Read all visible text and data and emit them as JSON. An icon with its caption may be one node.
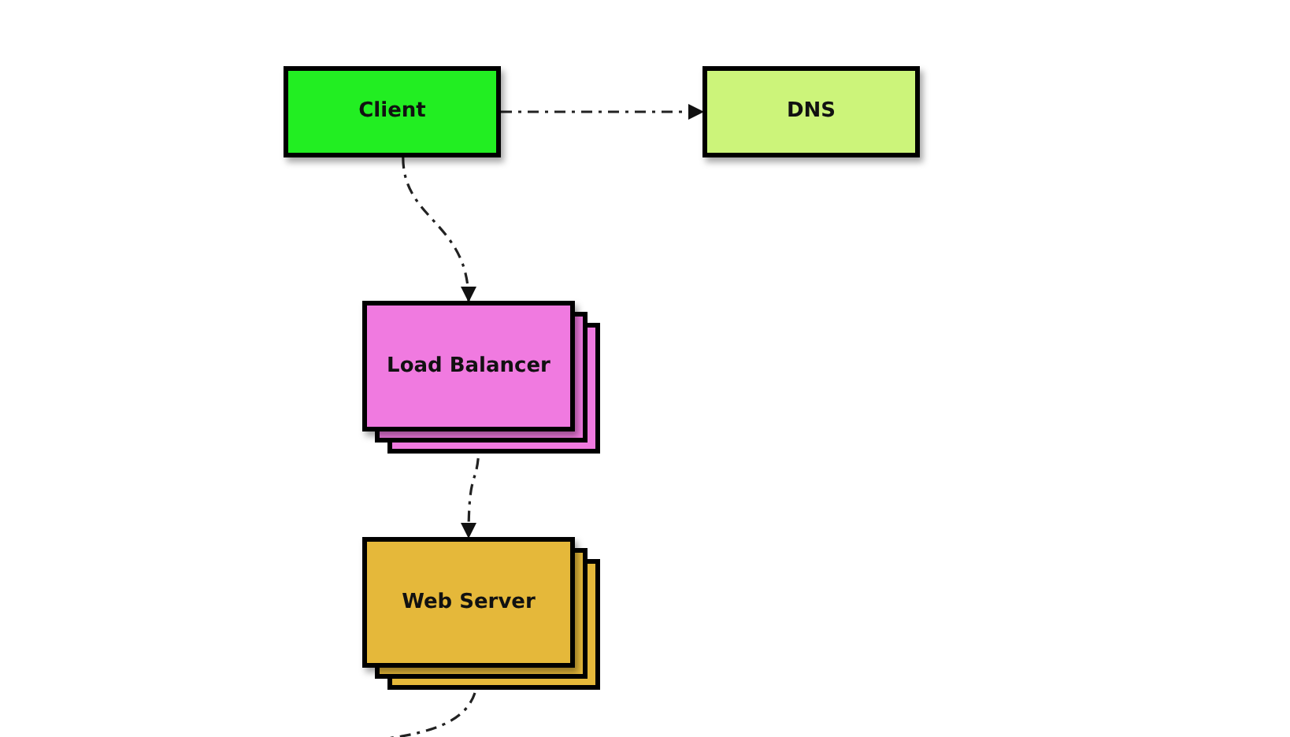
{
  "diagram": {
    "nodes": [
      {
        "text": [
          "Client"
        ]
      },
      {
        "text": [
          "DNS"
        ]
      },
      {
        "text": [
          "Load Balancer"
        ]
      },
      {
        "text": [
          "Web Server"
        ]
      }
    ],
    "edges": [
      {
        "from": 0,
        "to": 1,
        "arrow": "to",
        "style": "dashed"
      },
      {
        "from": 0,
        "to": 2,
        "arrow": "to",
        "style": "dashed"
      },
      {
        "from": 2,
        "to": 3,
        "arrow": "to",
        "style": "dashed"
      },
      {
        "from": 3,
        "to": null,
        "arrow": "none",
        "style": "dashed"
      }
    ]
  }
}
